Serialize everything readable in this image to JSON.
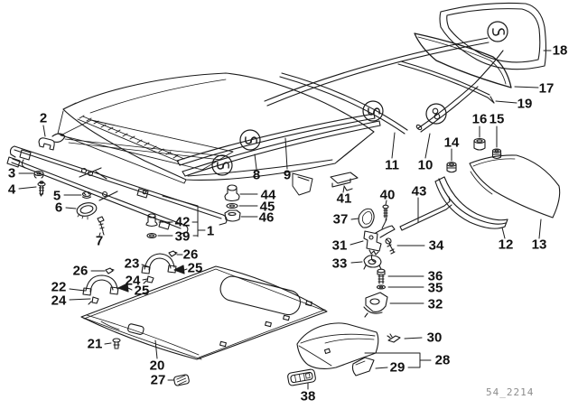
{
  "figure_code": "54_2214",
  "colors": {
    "line": "#1a1a1a",
    "background": "#ffffff",
    "code_text": "#8c8c8c"
  },
  "labels": [
    {
      "id": "l2",
      "text": "2"
    },
    {
      "id": "l3",
      "text": "3"
    },
    {
      "id": "l4",
      "text": "4"
    },
    {
      "id": "l5",
      "text": "5"
    },
    {
      "id": "l6",
      "text": "6"
    },
    {
      "id": "l7",
      "text": "7"
    },
    {
      "id": "l8",
      "text": "8"
    },
    {
      "id": "l9",
      "text": "9"
    },
    {
      "id": "l10",
      "text": "10"
    },
    {
      "id": "l11",
      "text": "11"
    },
    {
      "id": "l12",
      "text": "12"
    },
    {
      "id": "l13",
      "text": "13"
    },
    {
      "id": "l14",
      "text": "14"
    },
    {
      "id": "l15",
      "text": "15"
    },
    {
      "id": "l16",
      "text": "16"
    },
    {
      "id": "l17",
      "text": "17"
    },
    {
      "id": "l18",
      "text": "18"
    },
    {
      "id": "l19",
      "text": "19"
    },
    {
      "id": "l20",
      "text": "20"
    },
    {
      "id": "l21",
      "text": "21"
    },
    {
      "id": "l22",
      "text": "22"
    },
    {
      "id": "l23",
      "text": "23"
    },
    {
      "id": "l24a",
      "text": "24"
    },
    {
      "id": "l25a",
      "text": "25"
    },
    {
      "id": "l26a",
      "text": "26"
    },
    {
      "id": "l24b",
      "text": "24"
    },
    {
      "id": "l25b",
      "text": "25"
    },
    {
      "id": "l26b",
      "text": "26"
    },
    {
      "id": "l27",
      "text": "27"
    },
    {
      "id": "l28",
      "text": "28"
    },
    {
      "id": "l29",
      "text": "29"
    },
    {
      "id": "l30",
      "text": "30"
    },
    {
      "id": "l31",
      "text": "31"
    },
    {
      "id": "l32",
      "text": "32"
    },
    {
      "id": "l33",
      "text": "33"
    },
    {
      "id": "l34",
      "text": "34"
    },
    {
      "id": "l35",
      "text": "35"
    },
    {
      "id": "l36",
      "text": "36"
    },
    {
      "id": "l37",
      "text": "37"
    },
    {
      "id": "l38",
      "text": "38"
    },
    {
      "id": "l39",
      "text": "39"
    },
    {
      "id": "l40",
      "text": "40"
    },
    {
      "id": "l41",
      "text": "41"
    },
    {
      "id": "l42",
      "text": "42"
    },
    {
      "id": "l43",
      "text": "43"
    },
    {
      "id": "l44",
      "text": "44"
    },
    {
      "id": "l45",
      "text": "45"
    },
    {
      "id": "l46",
      "text": "46"
    },
    {
      "id": "l1",
      "text": "1"
    }
  ]
}
